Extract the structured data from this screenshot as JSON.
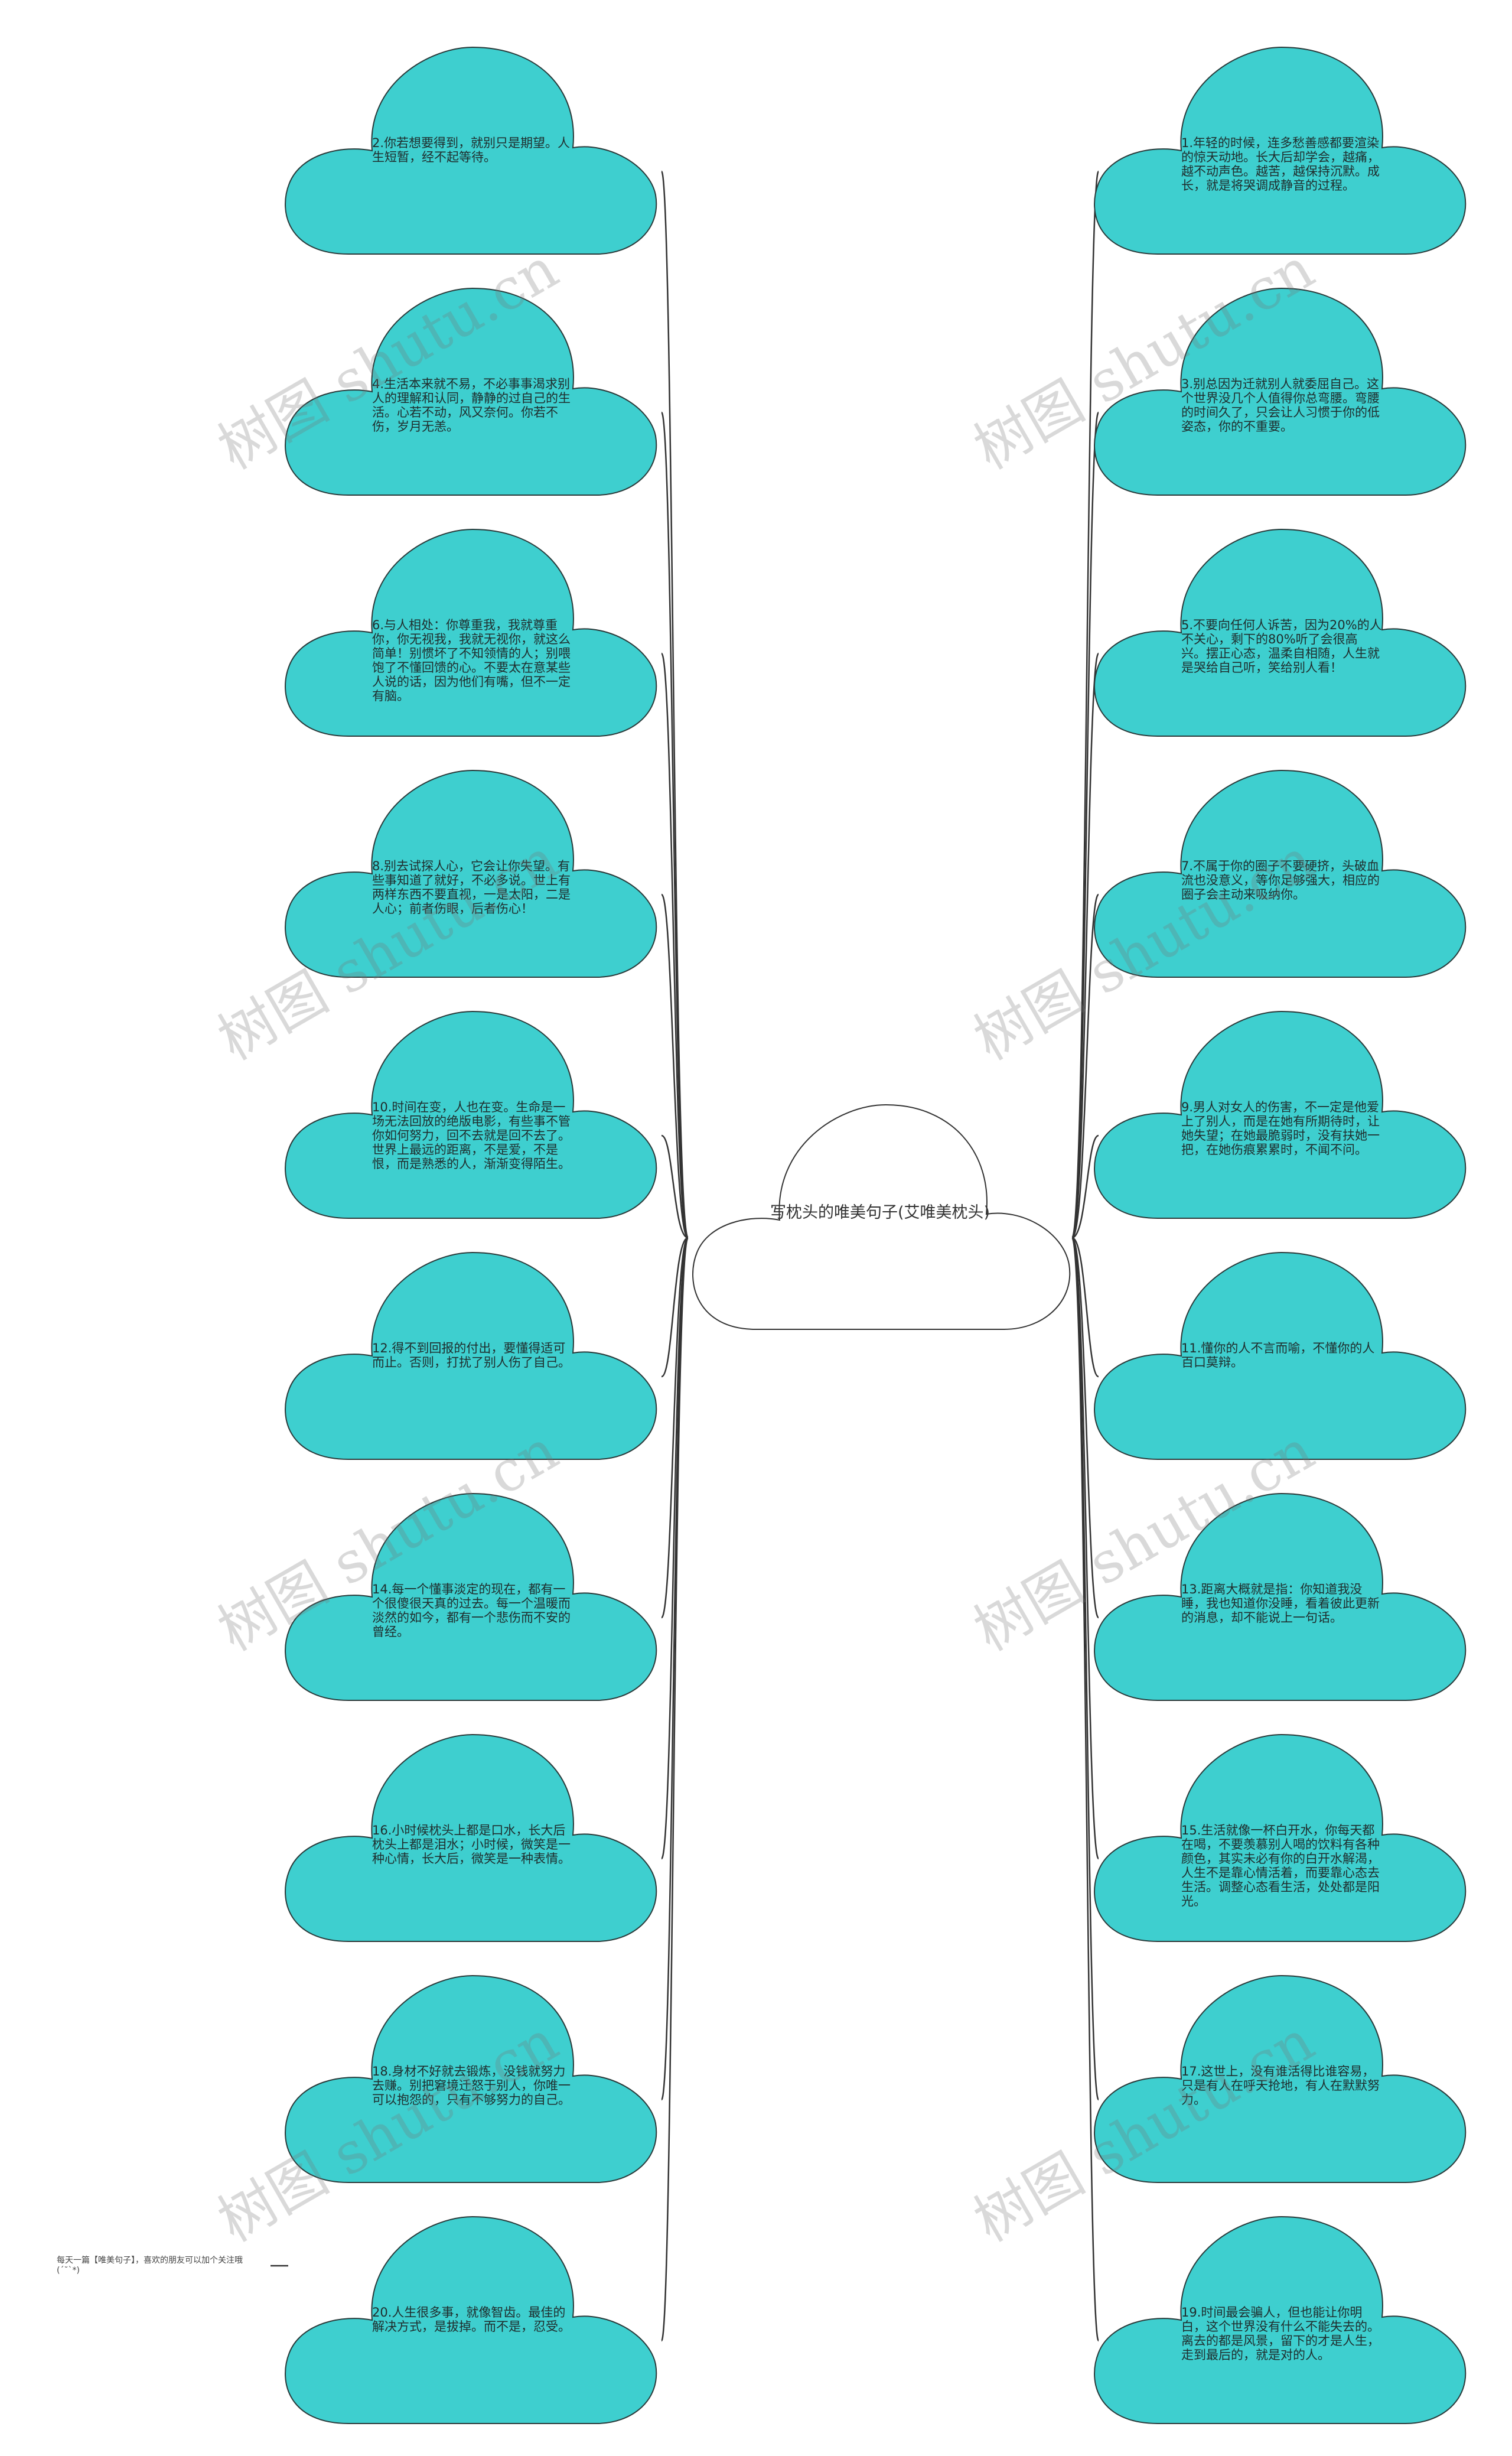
{
  "center": {
    "title": "写枕头的唯美句子(艾唯美枕头)"
  },
  "left_nodes": [
    "2.你若想要得到，就别只是期望。人生短暂，经不起等待。",
    "4.生活本来就不易，不必事事渴求别人的理解和认同，静静的过自己的生活。心若不动，风又奈何。你若不伤，岁月无恙。",
    "6.与人相处：你尊重我，我就尊重你，你无视我，我就无视你，就这么简单！别惯坏了不知领情的人；别喂饱了不懂回馈的心。不要太在意某些人说的话，因为他们有嘴，但不一定有脑。",
    "8.别去试探人心，它会让你失望。有些事知道了就好，不必多说。世上有两样东西不要直视，一是太阳，二是人心；前者伤眼，后者伤心！",
    "10.时间在变，人也在变。生命是一场无法回放的绝版电影，有些事不管你如何努力，回不去就是回不去了。世界上最远的距离，不是爱，不是恨，而是熟悉的人，渐渐变得陌生。",
    "12.得不到回报的付出，要懂得适可而止。否则，打扰了别人伤了自己。",
    "14.每一个懂事淡定的现在，都有一个很傻很天真的过去。每一个温暖而淡然的如今，都有一个悲伤而不安的曾经。",
    "16.小时候枕头上都是口水，长大后枕头上都是泪水；小时候，微笑是一种心情，长大后，微笑是一种表情。",
    "18.身材不好就去锻炼，没钱就努力去赚。别把窘境迁怒于别人，你唯一可以抱怨的，只有不够努力的自己。",
    "20.人生很多事，就像智齿。最佳的解决方式，是拔掉。而不是，忍受。"
  ],
  "right_nodes": [
    "1.年轻的时候，连多愁善感都要渲染的惊天动地。长大后却学会，越痛，越不动声色。越苦，越保持沉默。成长，就是将哭调成静音的过程。",
    "3.别总因为迁就别人就委屈自己。这个世界没几个人值得你总弯腰。弯腰的时间久了，只会让人习惯于你的低姿态，你的不重要。",
    "5.不要向任何人诉苦，因为20%的人不关心，剩下的80%听了会很高兴。摆正心态，温柔自相随，人生就是哭给自己听，笑给别人看！",
    "7.不属于你的圈子不要硬挤，头破血流也没意义，等你足够强大，相应的圈子会主动来吸纳你。",
    "9.男人对女人的伤害，不一定是他爱上了别人，而是在她有所期待时，让她失望；在她最脆弱时，没有扶她一把，在她伤痕累累时，不闻不问。",
    "11.懂你的人不言而喻，不懂你的人百口莫辩。",
    "13.距离大概就是指：你知道我没睡，我也知道你没睡，看着彼此更新的消息，却不能说上一句话。",
    "15.生活就像一杯白开水，你每天都在喝，不要羡慕别人喝的饮料有各种颜色，其实未必有你的白开水解渴，人生不是靠心情活着，而要靠心态去生活。调整心态看生活，处处都是阳光。",
    "17.这世上，没有谁活得比谁容易，只是有人在呼天抢地，有人在默默努力。",
    "19.时间最会骗人，但也能让你明白，这个世界没有什么不能失去的。离去的都是风景，留下的才是人生，走到最后的，就是对的人。"
  ],
  "side_note": "每天一篇【唯美句子】，喜欢的朋友可以加个关注哦(ˊ˘ˋ*)",
  "watermark": "树图 shutu.cn",
  "colors": {
    "cloud_fill": "#3ecfcf",
    "line": "#333333",
    "center_fill": "#ffffff"
  }
}
